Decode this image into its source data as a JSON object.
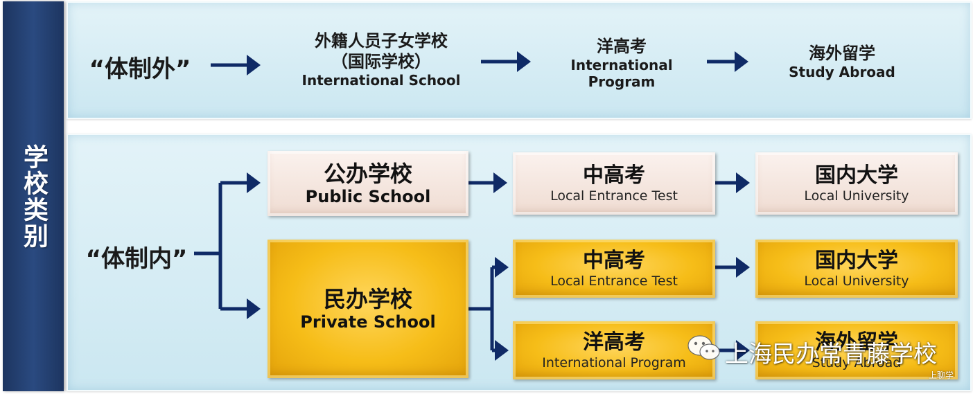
{
  "sidebar": {
    "label": "学校类别"
  },
  "top_row": {
    "category": "“体制外”",
    "intl_school": {
      "cn1": "外籍人员子女学校",
      "cn2": "（国际学校）",
      "en": "International School"
    },
    "intl_program": {
      "cn": "洋高考",
      "en1": "International",
      "en2": "Program"
    },
    "study_abroad": {
      "cn": "海外留学",
      "en": "Study Abroad"
    }
  },
  "bottom_row": {
    "category": "“体制内”",
    "public_school": {
      "cn": "公办学校",
      "en": "Public School"
    },
    "public_exam": {
      "cn": "中高考",
      "en": "Local Entrance Test"
    },
    "public_univ": {
      "cn": "国内大学",
      "en": "Local University"
    },
    "private_school": {
      "cn": "民办学校",
      "en": "Private School"
    },
    "private_exam": {
      "cn": "中高考",
      "en": "Local Entrance Test"
    },
    "private_univ": {
      "cn": "国内大学",
      "en": "Local University"
    },
    "private_program": {
      "cn": "洋高考",
      "en": "International Program"
    },
    "private_abroad": {
      "cn": "海外留学",
      "en": "Study Abroad"
    }
  },
  "watermark": {
    "name": "上海民办常青藤学校",
    "small": "上聊学"
  },
  "colors": {
    "arrow": "#0f2a66",
    "sidebar": "#223d6e",
    "gold": "#f6bd18",
    "pink": "#f2e2da",
    "panel": "#d3ebf3"
  }
}
